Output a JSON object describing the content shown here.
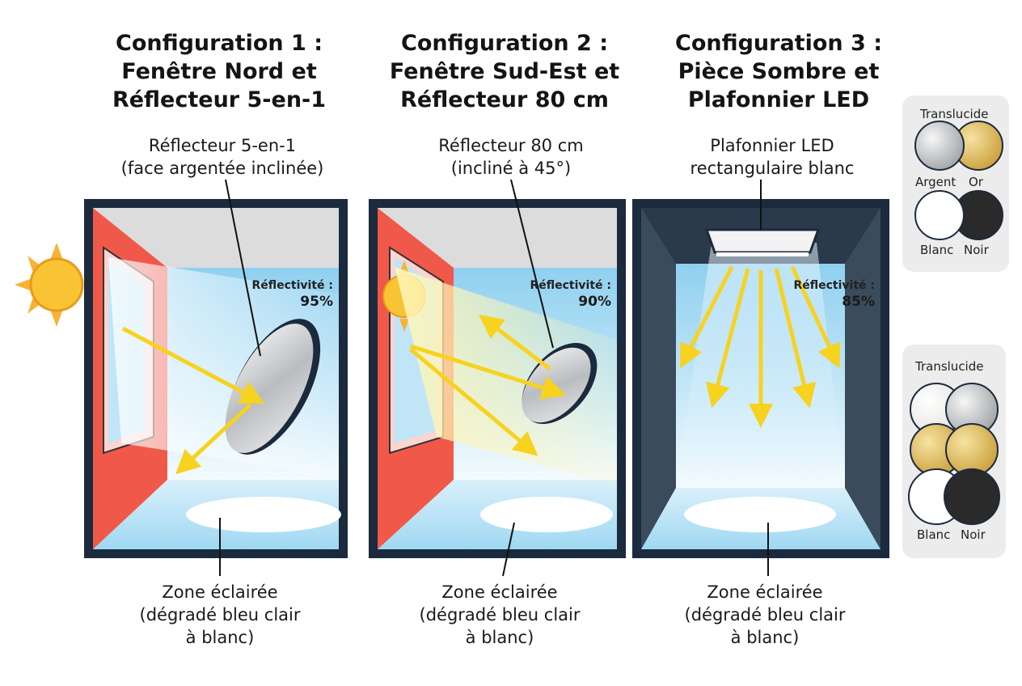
{
  "configs": [
    {
      "title_lines": [
        "Configuration 1 :",
        "Fenêtre Nord et",
        "Réflecteur 5-en-1"
      ],
      "callout_lines": [
        "Réflecteur 5-en-1",
        "(face argentée inclinée)"
      ],
      "reflectivity_label": "Réflectivité :",
      "reflectivity_value": "95%",
      "zone_lines": [
        "Zone éclairée",
        "(dégradé bleu clair",
        "à blanc)"
      ]
    },
    {
      "title_lines": [
        "Configuration 2 :",
        "Fenêtre Sud-Est et",
        "Réflecteur 80 cm"
      ],
      "callout_lines": [
        "Réflecteur 80 cm",
        "(incliné à 45°)"
      ],
      "reflectivity_label": "Réflectivité :",
      "reflectivity_value": "90%",
      "zone_lines": [
        "Zone éclairée",
        "(dégradé bleu clair",
        "à blanc)"
      ]
    },
    {
      "title_lines": [
        "Configuration 3 :",
        "Pièce Sombre et",
        "Plafonnier LED"
      ],
      "callout_lines": [
        "Plafonnier LED",
        "rectangulaire blanc"
      ],
      "reflectivity_label": "Réflectivité :",
      "reflectivity_value": "85%",
      "zone_lines": [
        "Zone éclairée",
        "(dégradé bleu clair",
        "à blanc)"
      ]
    }
  ],
  "legend_top": {
    "translucide": "Translucide",
    "argent": "Argent",
    "or": "Or",
    "blanc": "Blanc",
    "noir": "Noir"
  },
  "legend_bottom": {
    "translucide": "Translucide",
    "blanc": "Blanc",
    "noir": "Noir"
  },
  "colors": {
    "frame": "#1c2a3e",
    "wall_red": "#f0594a",
    "sky_blue": "#a9dcf3",
    "arrow_yellow": "#f7d21f",
    "sun": "#f9c433",
    "ceiling_gray": "#dcdcdc",
    "dark_room": "#3a4b5c"
  }
}
